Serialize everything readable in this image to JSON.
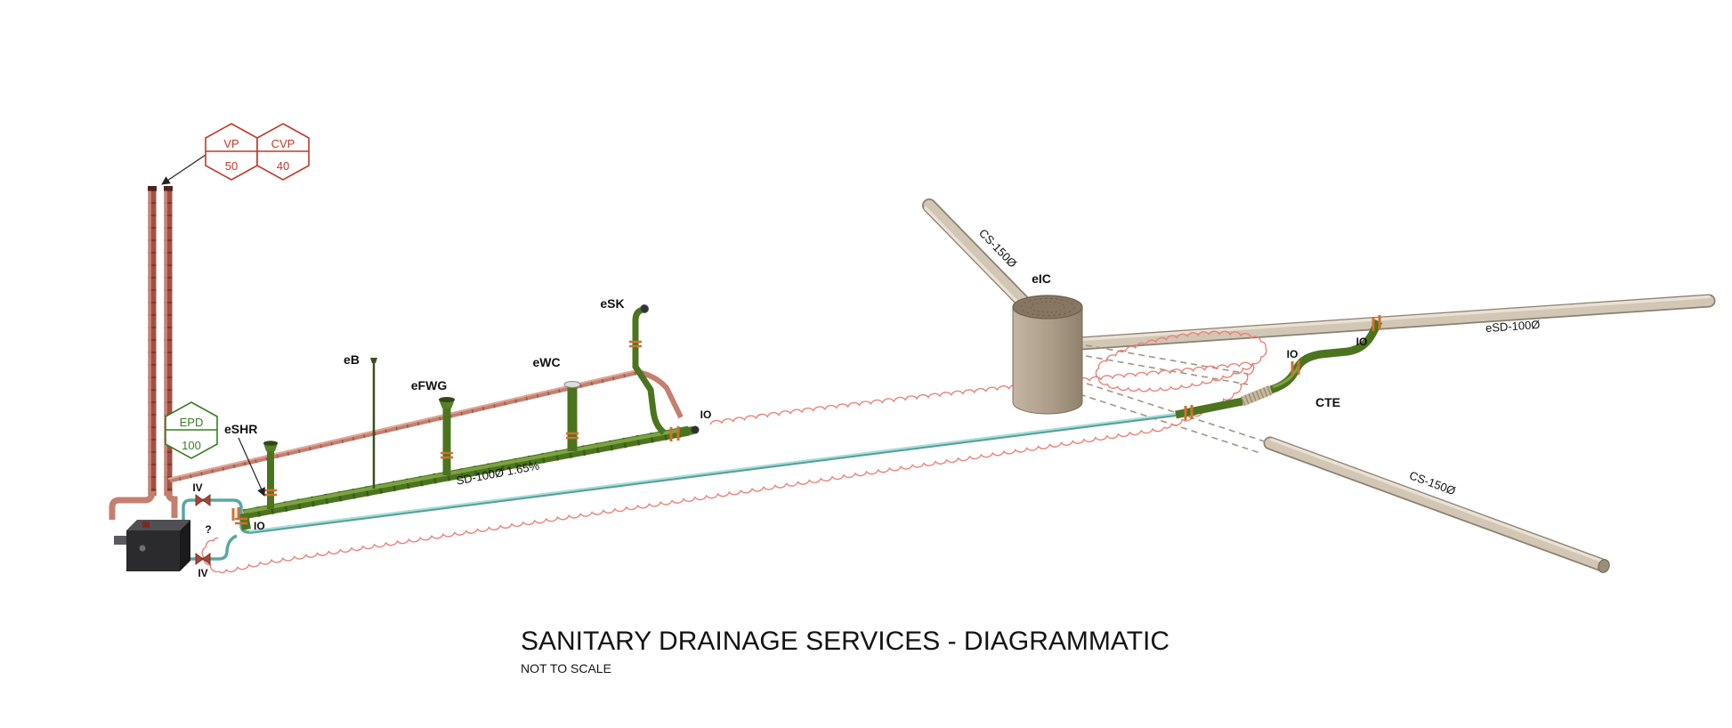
{
  "title": {
    "main": "SANITARY DRAINAGE SERVICES - DIAGRAMMATIC",
    "note": "NOT TO SCALE"
  },
  "tags": {
    "vp_code": "VP",
    "vp_size": "50",
    "cvp_code": "CVP",
    "cvp_size": "40",
    "epd_code": "EPD",
    "epd_size": "100"
  },
  "fixtures": {
    "eshr": "eSHR",
    "eb": "eB",
    "efwg": "eFWG",
    "ewc": "eWC",
    "esk": "eSK",
    "eic": "eIC",
    "cte": "CTE"
  },
  "fittings": {
    "io_main": "IO",
    "io_pump": "IO",
    "io_cte_left": "IO",
    "io_cte_right": "IO",
    "iv_upper": "IV",
    "iv_lower": "IV",
    "unknown": "?"
  },
  "pipes": {
    "cs150_upper": "CS-150Ø",
    "esd100": "eSD-100Ø",
    "sd100": "SD-100Ø 1.65%",
    "cs150_lower": "CS-150Ø"
  },
  "colors": {
    "drain_new": "#4c741f",
    "vent": "#c47f6f",
    "existing": "#d2c6b4",
    "demolition_cloud": "#e8837a",
    "pumped_line": "#74c3bd",
    "fitting_orange": "#cf7030",
    "tag_red": "#c0392b",
    "tag_green": "#3a7d23"
  }
}
